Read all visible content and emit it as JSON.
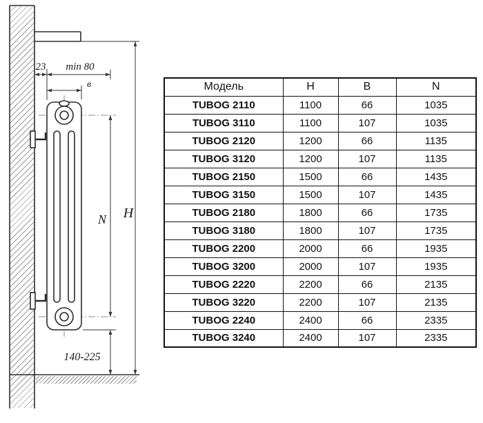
{
  "diagram": {
    "labels": {
      "dim_23": "23",
      "dim_min80": "min 80",
      "dim_b": "в",
      "dim_n": "N",
      "dim_h": "H",
      "dim_floor": "140-225"
    }
  },
  "table": {
    "headers": [
      "Модель",
      "H",
      "B",
      "N"
    ],
    "rows": [
      [
        "TUBOG 2110",
        "1100",
        "66",
        "1035"
      ],
      [
        "TUBOG 3110",
        "1100",
        "107",
        "1035"
      ],
      [
        "TUBOG 2120",
        "1200",
        "66",
        "1135"
      ],
      [
        "TUBOG 3120",
        "1200",
        "107",
        "1135"
      ],
      [
        "TUBOG 2150",
        "1500",
        "66",
        "1435"
      ],
      [
        "TUBOG 3150",
        "1500",
        "107",
        "1435"
      ],
      [
        "TUBOG 2180",
        "1800",
        "66",
        "1735"
      ],
      [
        "TUBOG 3180",
        "1800",
        "107",
        "1735"
      ],
      [
        "TUBOG 2200",
        "2000",
        "66",
        "1935"
      ],
      [
        "TUBOG 3200",
        "2000",
        "107",
        "1935"
      ],
      [
        "TUBOG 2220",
        "2200",
        "66",
        "2135"
      ],
      [
        "TUBOG 3220",
        "2200",
        "107",
        "2135"
      ],
      [
        "TUBOG 2240",
        "2400",
        "66",
        "2335"
      ],
      [
        "TUBOG 3240",
        "2400",
        "107",
        "2335"
      ]
    ]
  }
}
